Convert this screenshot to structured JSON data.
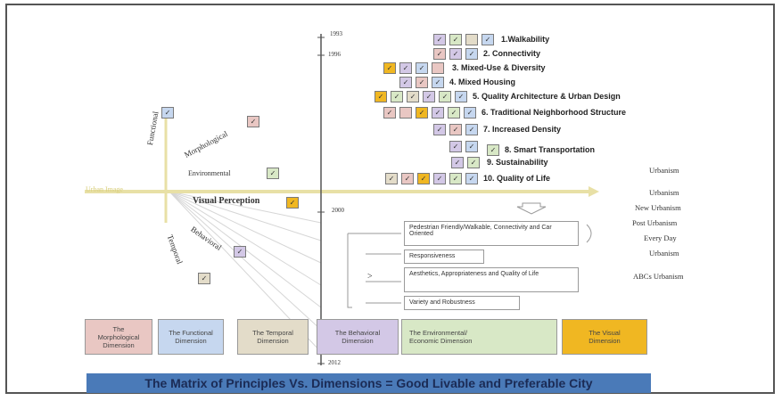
{
  "colors": {
    "morphological": "#e9c7c3",
    "functional": "#c6d7ef",
    "temporal": "#e3dcc9",
    "behavioral": "#d3c8e6",
    "environmental": "#d8e8c6",
    "visual": "#f0b722",
    "axis": "#e8e0a6",
    "banner": "#4a7ab8"
  },
  "axis": {
    "year_top": "1993",
    "year_1996": "1996",
    "year_2000": "2000",
    "year_bottom": "2012",
    "left_label": "Urban Image"
  },
  "dimension_words": {
    "functional": "Functional",
    "morphological": "Morphological",
    "environmental": "Environmental",
    "visual": "Visual Perception",
    "behavioral": "Behavioral",
    "temporal": "Temporal"
  },
  "principles": [
    {
      "label": "1.Walkability"
    },
    {
      "label": "2. Connectivity"
    },
    {
      "label": "3. Mixed-Use & Diversity"
    },
    {
      "label": "4. Mixed Housing"
    },
    {
      "label": "5. Quality Architecture & Urban Design"
    },
    {
      "label": "6. Traditional Neighborhood Structure"
    },
    {
      "label": "7. Increased Density"
    },
    {
      "label": "8. Smart Transportation"
    },
    {
      "label": "9. Sustainability"
    },
    {
      "label": "10. Quality of Life"
    }
  ],
  "right_labels": [
    "Urbanism",
    "Urbanism",
    "New Urbanism",
    "Post Urbanism",
    "Every Day",
    "Urbanism",
    "ABCs Urbanism"
  ],
  "goal_boxes": [
    "Pedestrian Friendly/Walkable, Connectivity and Car Oriented",
    "Responsiveness",
    "Aesthetics, Appropriateness and Quality of Life",
    "Variety and Robustness"
  ],
  "dimensions": [
    "The Morphological Dimension",
    "The Functional Dimension",
    "The Temporal Dimension",
    "The Behavioral Dimension",
    "The Environmental/ Economic Dimension",
    "The Visual Dimension"
  ],
  "banner": "The Matrix of Principles Vs. Dimensions = Good Livable and Preferable City"
}
